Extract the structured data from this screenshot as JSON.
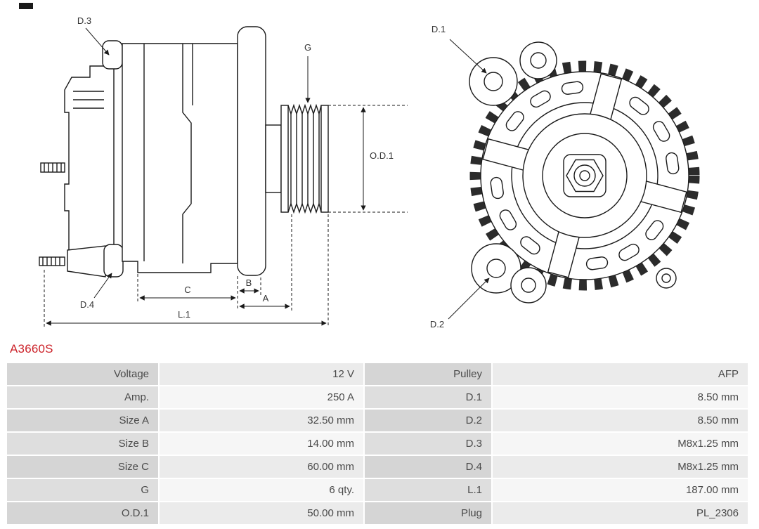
{
  "colors": {
    "part_number": "#cc2128",
    "line": "#1a1a1a"
  },
  "icons": {
    "logo_fragment": "logo-fragment"
  },
  "part_number": "A3660S",
  "diagram": {
    "side_view": {
      "d3": "D.3",
      "d4": "D.4",
      "g": "G",
      "od1": "O.D.1",
      "a": "A",
      "b": "B",
      "c": "C",
      "l1": "L.1"
    },
    "front_view": {
      "d1": "D.1",
      "d2": "D.2"
    }
  },
  "specs": {
    "rows": [
      {
        "label1": "Voltage",
        "value1": "12 V",
        "label2": "Pulley",
        "value2": "AFP"
      },
      {
        "label1": "Amp.",
        "value1": "250 A",
        "label2": "D.1",
        "value2": "8.50 mm"
      },
      {
        "label1": "Size A",
        "value1": "32.50 mm",
        "label2": "D.2",
        "value2": "8.50 mm"
      },
      {
        "label1": "Size B",
        "value1": "14.00 mm",
        "label2": "D.3",
        "value2": "M8x1.25 mm"
      },
      {
        "label1": "Size C",
        "value1": "60.00 mm",
        "label2": "D.4",
        "value2": "M8x1.25 mm"
      },
      {
        "label1": "G",
        "value1": "6 qty.",
        "label2": "L.1",
        "value2": "187.00 mm"
      },
      {
        "label1": "O.D.1",
        "value1": "50.00 mm",
        "label2": "Plug",
        "value2": "PL_2306"
      }
    ]
  }
}
